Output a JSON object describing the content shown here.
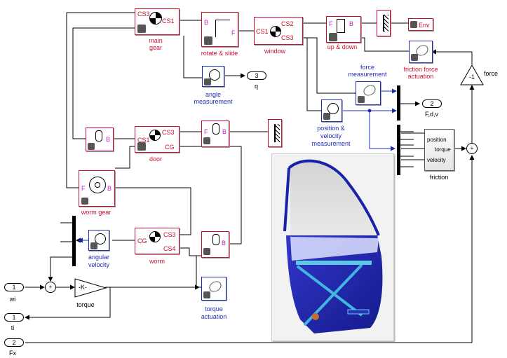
{
  "colors": {
    "physical": "#c8102e",
    "sensor": "#1f2db5",
    "signal": "#000000",
    "port_mag": "#c41ec4"
  },
  "blocks": {
    "main_gear": {
      "label": [
        "main",
        "gear"
      ],
      "ports": {
        "cs3": "CS3",
        "cs1": "CS1"
      }
    },
    "rotate_slide": {
      "label": "rotate & slide",
      "ports": {
        "b": "B",
        "f": "F"
      }
    },
    "window": {
      "label": "window",
      "ports": {
        "cs1": "CS1",
        "cs2": "CS2",
        "cs3": "CS3"
      }
    },
    "up_down": {
      "label": "up & down",
      "ports": {
        "f": "F",
        "b": "B"
      }
    },
    "env": {
      "label": "Env"
    },
    "friction_force_actuation": {
      "label": [
        "friction force",
        "actuation"
      ]
    },
    "angle_measurement": {
      "label": [
        "angle",
        "measurement"
      ]
    },
    "q_out": {
      "number": "3",
      "label": "q"
    },
    "force_measurement": {
      "label": [
        "force",
        "measurement"
      ]
    },
    "gain_neg1": {
      "value": "-1",
      "label": "force"
    },
    "pos_vel_measurement": {
      "label": [
        "position &",
        "velocity",
        "measurement"
      ]
    },
    "fdv_out": {
      "number": "2",
      "label": "F,d,v"
    },
    "revolute_b": {
      "ports": {
        "b": "B"
      }
    },
    "door": {
      "label": "door",
      "ports": {
        "cs1": "CS1",
        "cs3": "CS3",
        "cg": "CG"
      }
    },
    "door_joint": {
      "ports": {
        "f": "F",
        "b": "B"
      }
    },
    "friction": {
      "label": "friction",
      "ports": {
        "position": "position",
        "torque": "torque",
        "velocity": "velocity"
      }
    },
    "worm_gear": {
      "label": "worm gear",
      "ports": {
        "f": "F",
        "b": "B"
      }
    },
    "angular_velocity": {
      "label": [
        "angular",
        "velocity"
      ]
    },
    "worm": {
      "label": "worm",
      "ports": {
        "cg": "CG",
        "cs3": "CS3",
        "cs4": "CS4"
      }
    },
    "worm_joint": {
      "ports": {
        "b": "B"
      }
    },
    "torque_gain": {
      "value": "-K-",
      "label": "torque"
    },
    "torque_actuation": {
      "label": [
        "torque",
        "actuation"
      ]
    },
    "wi_in": {
      "number": "1",
      "label": "wi"
    },
    "ti_out": {
      "number": "1",
      "label": "ti"
    },
    "fx_in": {
      "number": "2",
      "label": "Fx"
    }
  }
}
